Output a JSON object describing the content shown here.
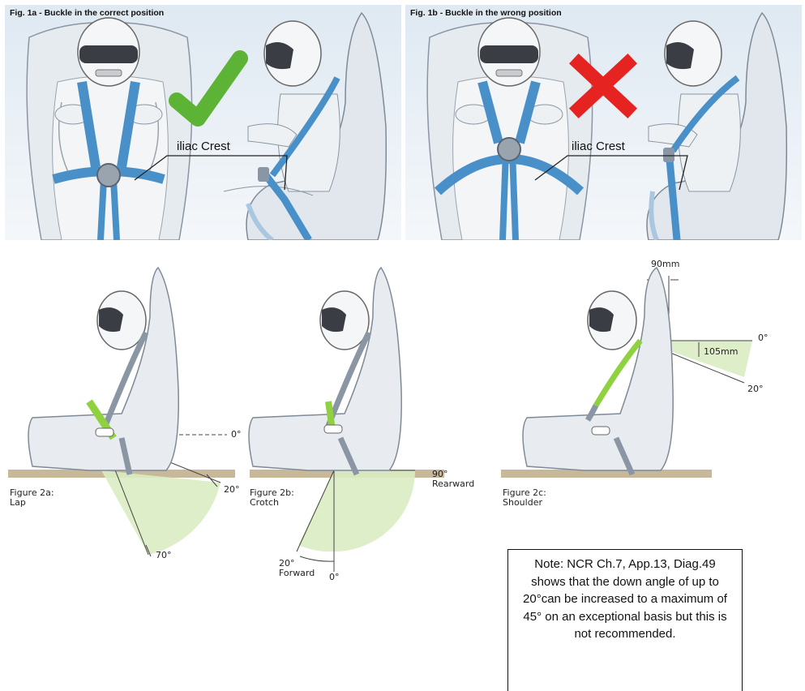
{
  "fig1a": {
    "title": "Fig. 1a - Buckle in the correct position",
    "label": "iliac Crest",
    "mark": "check-icon"
  },
  "fig1b": {
    "title": "Fig. 1b - Buckle in the wrong position",
    "label": "iliac Crest",
    "mark": "cross-icon"
  },
  "fig2a": {
    "caption": "Figure 2a:\nLap",
    "angles": {
      "a0": "0°",
      "a20": "20°",
      "a70": "70°"
    }
  },
  "fig2b": {
    "caption": "Figure 2b:\nCrotch",
    "angles": {
      "a90": "90°\nRearward",
      "a20": "20°\nForward",
      "a0": "0°"
    }
  },
  "fig2c": {
    "caption": "Figure 2c:\nShoulder",
    "angles": {
      "a0": "0°",
      "a20": "20°"
    },
    "dims": {
      "width": "90mm",
      "drop": "105mm"
    }
  },
  "note": "Note: NCR Ch.7, App.13, Diag.49 shows that the down angle of up to 20°can be increased to a maximum of 45° on an exceptional basis but this is not recommended.",
  "colors": {
    "strap_blue": "#4a90c8",
    "highlight_green": "#8fd13f",
    "check": "#5cb335",
    "cross": "#e52421",
    "zone": "#d9ecc2"
  }
}
